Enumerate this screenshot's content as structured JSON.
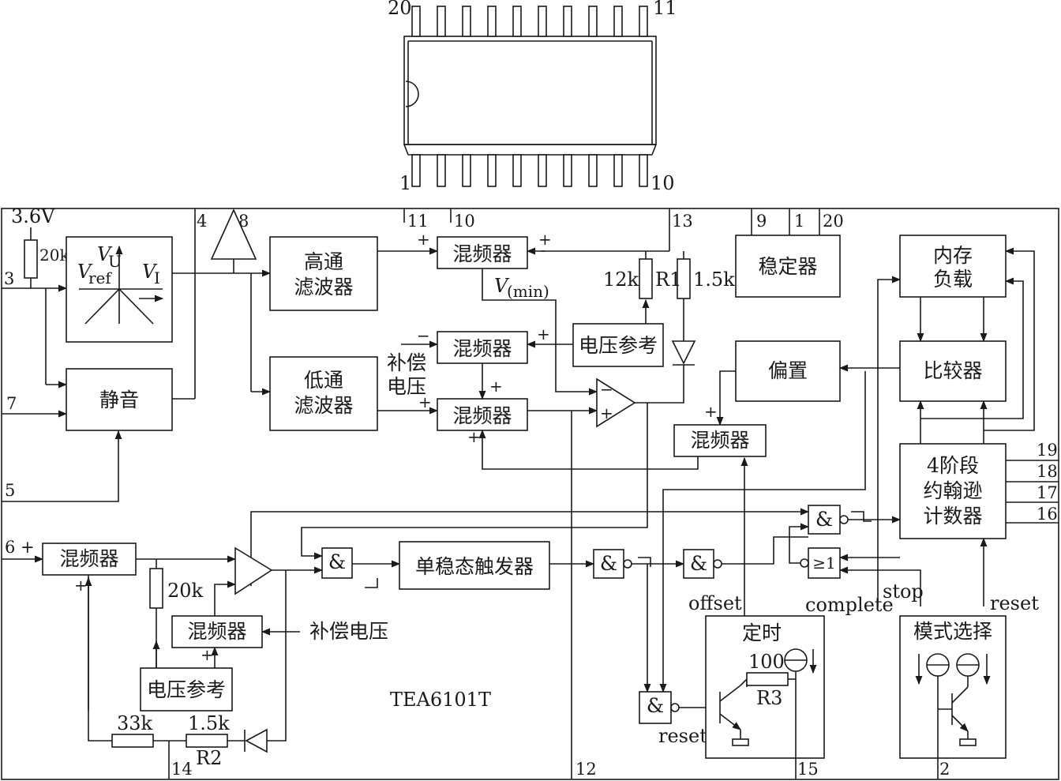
{
  "package": {
    "pin_top_left": "20",
    "pin_top_right": "11",
    "pin_bottom_left": "1",
    "pin_bottom_right": "10"
  },
  "pins": {
    "p3": "3",
    "p7": "7",
    "p5": "5",
    "p6": "6",
    "p4": "4",
    "p8": "8",
    "p11": "11",
    "p10": "10",
    "p13": "13",
    "p9": "9",
    "p1": "1",
    "p20": "20",
    "p19": "19",
    "p18": "18",
    "p17": "17",
    "p16": "16",
    "p12": "12",
    "p14": "14",
    "p15": "15",
    "p2": "2"
  },
  "labels": {
    "v36": "3.6V",
    "r20k_top": "20k",
    "vu": "V",
    "vu_sub": "U",
    "vref": "V",
    "vref_sub": "ref",
    "vi": "V",
    "vi_sub": "I",
    "vmin": "V",
    "vmin_sub": "(min)",
    "r12k": "12k",
    "r1": "R1",
    "r15k_top": "1.5k",
    "comp": "补偿",
    "comp2": "电压",
    "plus": "+",
    "minus": "−",
    "r20k_bottom": "20k",
    "comp_volt": "补偿电压",
    "chip": "TEA6101T",
    "r33k": "33k",
    "r15k_bottom": "1.5k",
    "r2": "R2",
    "offset": "offset",
    "complete": "complete",
    "stop": "stop",
    "reset_right": "reset",
    "reset_bottom": "reset",
    "r100": "100",
    "r3": "R3",
    "six_plus": "6 +"
  },
  "blocks": {
    "high_pass": "高通\n滤波器",
    "low_pass": "低通\n滤波器",
    "mute": "静音",
    "mixer": "混频器",
    "volt_ref": "电压参考",
    "volt_ref_bottom": "电压参考",
    "stabilizer": "稳定器",
    "memory_load": "内存\n负载",
    "comparator": "比较器",
    "bias": "偏置",
    "counter": "4阶段\n约翰逊\n计数器",
    "monostable": "单稳态触发器",
    "and": "&",
    "or_ge1": "≥1",
    "timer": "定时",
    "mode_select": "模式选择"
  }
}
